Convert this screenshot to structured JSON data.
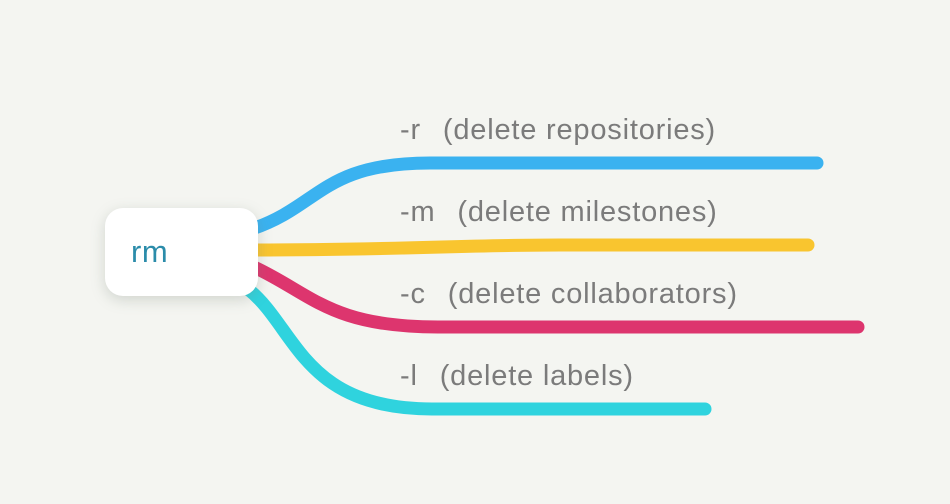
{
  "canvas": {
    "background_color": "#f4f5f1",
    "label_text_color": "#7b7b7b"
  },
  "root": {
    "label": "rm",
    "text_color": "#2b8caa",
    "fill_color": "#ffffff"
  },
  "branches": [
    {
      "flag": "-r",
      "desc": "(delete repositories)",
      "color": "#3ab2f0"
    },
    {
      "flag": "-m",
      "desc": "(delete milestones)",
      "color": "#f9c52f"
    },
    {
      "flag": "-c",
      "desc": "(delete collaborators)",
      "color": "#dd356e"
    },
    {
      "flag": "-l",
      "desc": "(delete labels)",
      "color": "#2fd3de"
    }
  ]
}
